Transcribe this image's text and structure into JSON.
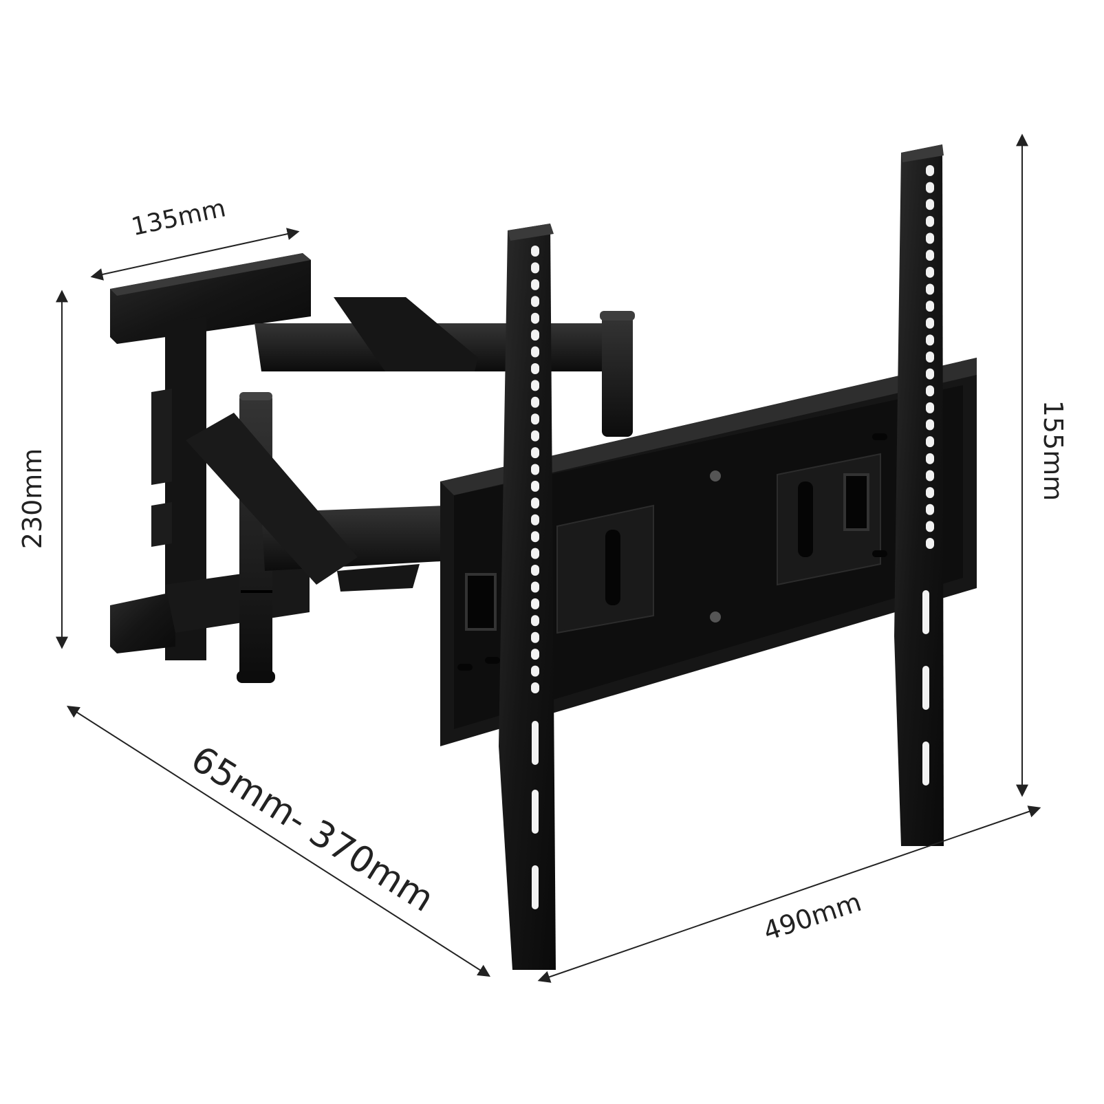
{
  "dimensions": {
    "arm_width": "135mm",
    "arm_height": "230mm",
    "extension": "65mm- 370mm",
    "plate_width": "490mm",
    "plate_height": "155mm"
  },
  "colors": {
    "bracket": "#111111",
    "bracket_edge": "#2a2a2a",
    "highlight": "#3a3a3a",
    "dimension_line": "#222222",
    "background": "#ffffff"
  }
}
